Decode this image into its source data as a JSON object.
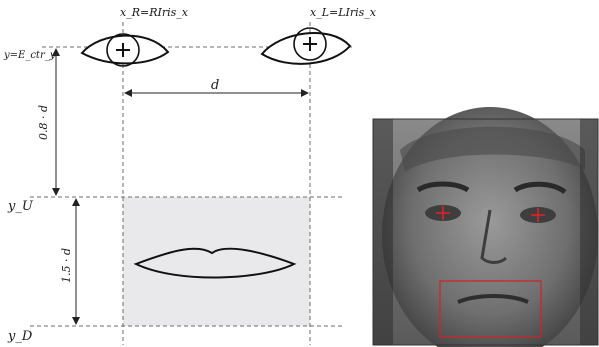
{
  "labels": {
    "x_right": "x_R=RIris_x",
    "x_left": "x_L=LIris_x",
    "y_eye": "y=E_ctr_y",
    "distance": "d",
    "upper_offset": "0.8 · d",
    "lower_offset": "1.5 · d",
    "y_upper": "y_U",
    "y_lower": "y_D"
  },
  "colors": {
    "mouth_region_fill": "#e9e9ec",
    "photo_markers": "#e0202a",
    "photo_roi": "#c8282a"
  },
  "icons": {
    "eye_left": "eye-outline-icon",
    "eye_right": "eye-outline-icon",
    "iris_center": "crosshair-icon",
    "lips": "lips-outline-icon"
  }
}
